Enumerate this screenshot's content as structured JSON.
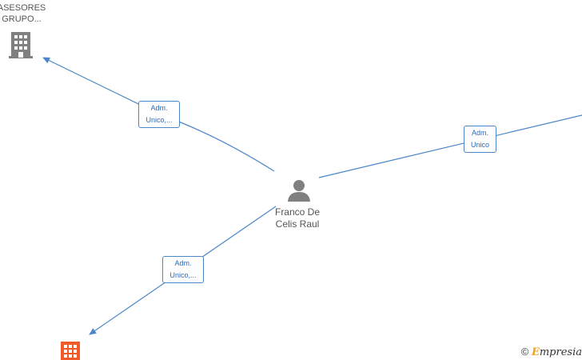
{
  "nodes": {
    "person": {
      "name_line1": "Franco De",
      "name_line2": "Celis Raul"
    },
    "company_top_left": {
      "name_line1": "ASESORES",
      "name_line2": "GRUPO..."
    }
  },
  "edges": {
    "top_left": {
      "line1": "Adm.",
      "line2": "Unico,..."
    },
    "right": {
      "line1": "Adm.",
      "line2": "Unico"
    },
    "bottom_left": {
      "line1": "Adm.",
      "line2": "Unico,..."
    }
  },
  "watermark": {
    "copyright": "©",
    "brand_first": "E",
    "brand_rest": "mpresia"
  },
  "colors": {
    "edge": "#4a86c8",
    "person_icon": "#808080",
    "company_icon": "#808080",
    "company_highlight": "#f05a28"
  }
}
